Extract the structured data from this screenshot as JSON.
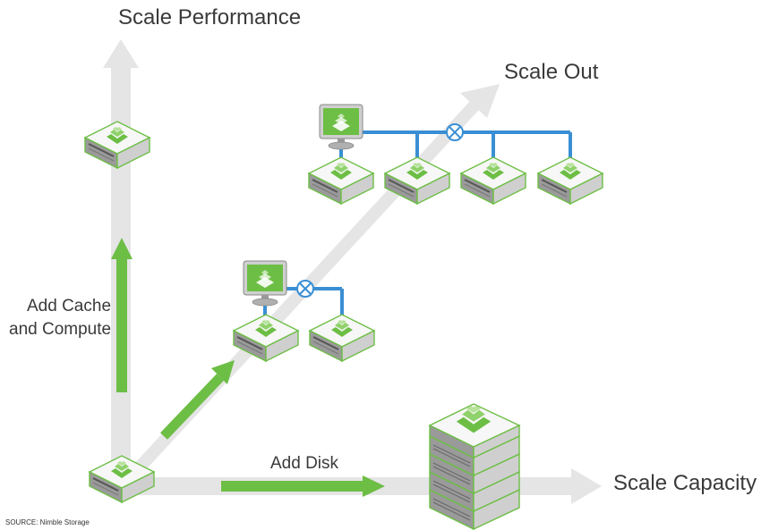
{
  "labels": {
    "scale_performance": "Scale Performance",
    "scale_out": "Scale Out",
    "scale_capacity": "Scale Capacity",
    "add_cache_line1": "Add Cache",
    "add_cache_line2": "and Compute",
    "add_disk": "Add Disk",
    "source": "SOURCE: Nimble Storage"
  },
  "colors": {
    "axis_arrow": "#e5e5e5",
    "action_arrow": "#6dbe45",
    "brand_green": "#6dbe45",
    "link_blue": "#3a8fd4",
    "text": "#3a3a3a"
  },
  "icons": [
    "storage-array-icon",
    "management-monitor-icon",
    "network-switch-icon"
  ]
}
